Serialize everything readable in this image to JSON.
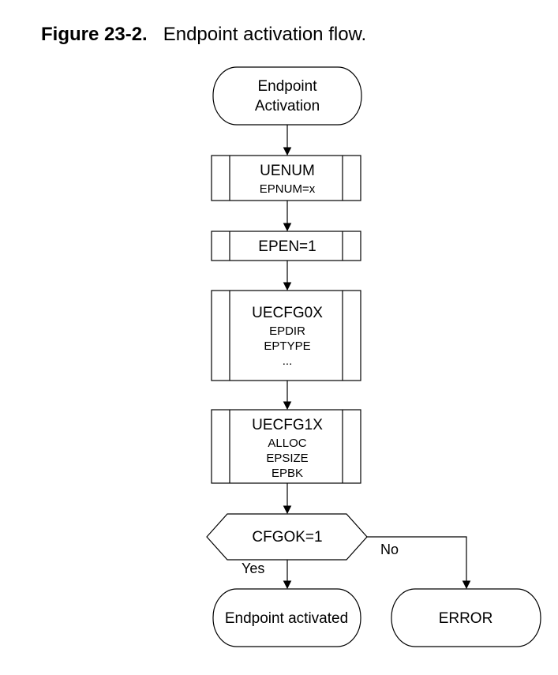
{
  "figure": {
    "number": "Figure 23-2.",
    "title": "Endpoint activation flow."
  },
  "flow": {
    "start": [
      "Endpoint",
      "Activation"
    ],
    "uenum": {
      "name": "UENUM",
      "fields": [
        "EPNUM=x"
      ]
    },
    "epen": "EPEN=1",
    "uecfg0x": {
      "name": "UECFG0X",
      "fields": [
        "EPDIR",
        "EPTYPE",
        "..."
      ]
    },
    "uecfg1x": {
      "name": "UECFG1X",
      "fields": [
        "ALLOC",
        "EPSIZE",
        "EPBK"
      ]
    },
    "decision": "CFGOK=1",
    "yes_label": "Yes",
    "no_label": "No",
    "end_ok": "Endpoint activated",
    "end_error": "ERROR"
  }
}
